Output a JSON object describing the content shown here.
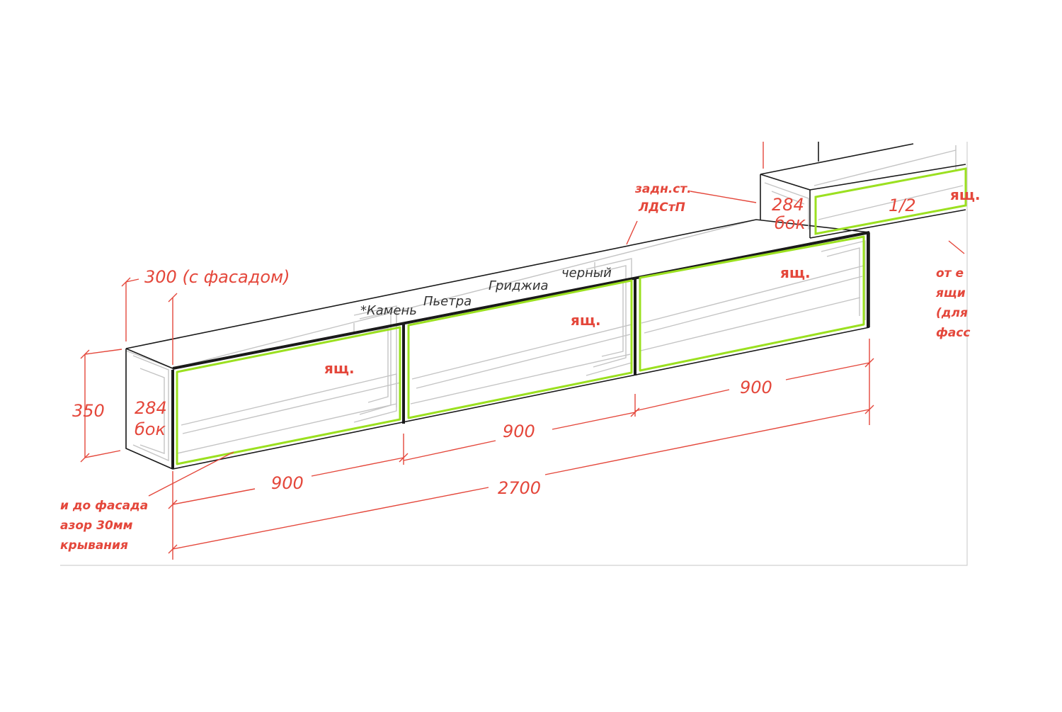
{
  "colors": {
    "dimension": "#e4473b",
    "edge": "#1a1a1a",
    "interior": "#c8c8c8",
    "facade_highlight": "#9be020",
    "frame_border": "#d0d0d0"
  },
  "dimensions": {
    "depth_label": "300 (с фасадом)",
    "height_label": "350",
    "side_label_left": "284\nбок",
    "side_label_right": "284\nбок",
    "section_widths": [
      "900",
      "900",
      "900"
    ],
    "total_width": "2700",
    "upper_half": "1/2"
  },
  "notes": {
    "back_wall": "задн.ст.\nЛДСтП",
    "facade_gap": "и до фасада\nазор 30мм\nкрывания",
    "right_cut": "от е\nящи\n(для\nфасс"
  },
  "material": {
    "words": [
      "*Камень",
      "Пьетра",
      "Гриджиа",
      "черный"
    ]
  },
  "drawer_mark": "ящ.",
  "drawer_marks": [
    "ящ.",
    "ящ.",
    "ящ.",
    "ящ."
  ]
}
